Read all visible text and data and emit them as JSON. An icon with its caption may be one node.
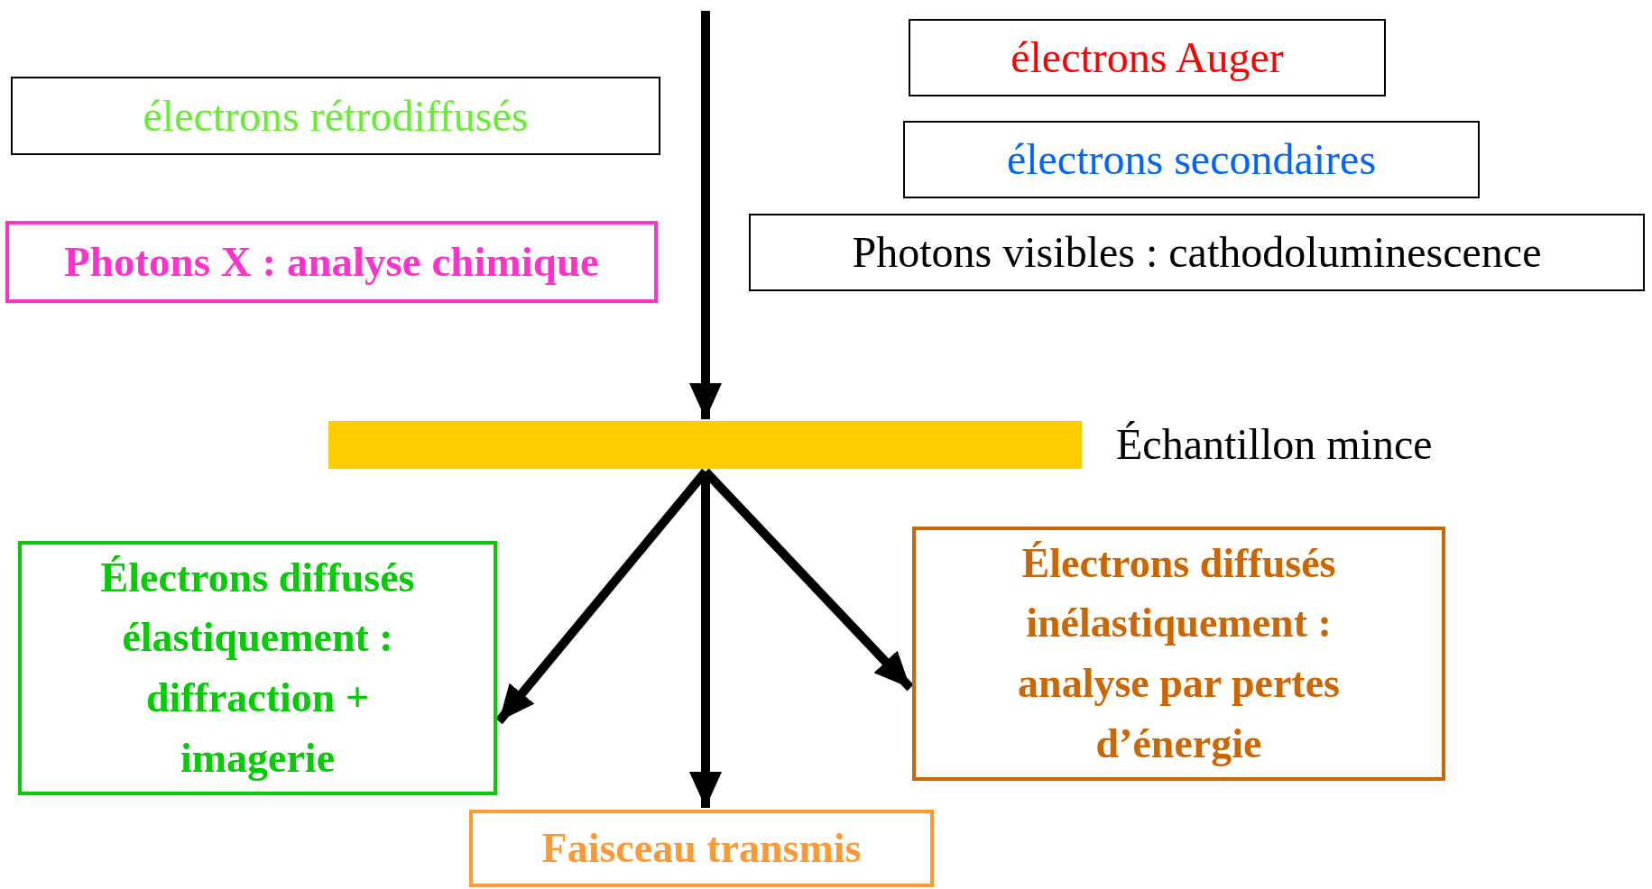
{
  "diagram": {
    "nodes": [
      {
        "text": [
          "électrons rétrodiffusés"
        ]
      },
      {
        "text": [
          "électrons Auger"
        ]
      },
      {
        "text": [
          "électrons secondaires"
        ]
      },
      {
        "text": [
          "Photons X : analyse chimique"
        ]
      },
      {
        "text": [
          "Photons visibles : cathodoluminescence"
        ]
      },
      {
        "text": [],
        "shape": "bar",
        "beside": [
          "Échantillon mince"
        ]
      },
      {
        "text": [
          "Électrons diffusés élastiquement : diffraction + imagerie"
        ]
      },
      {
        "text": [
          "Électrons diffusés inélastiquement : analyse par pertes d’énergie"
        ]
      },
      {
        "text": [
          "Faisceau transmis"
        ]
      }
    ],
    "edges": [
      {
        "from": null,
        "to": 5,
        "arrow": "to"
      },
      {
        "from": 5,
        "to": 6,
        "arrow": "to"
      },
      {
        "from": 5,
        "to": 8,
        "arrow": "to"
      },
      {
        "from": 5,
        "to": 7,
        "arrow": "to"
      }
    ]
  }
}
